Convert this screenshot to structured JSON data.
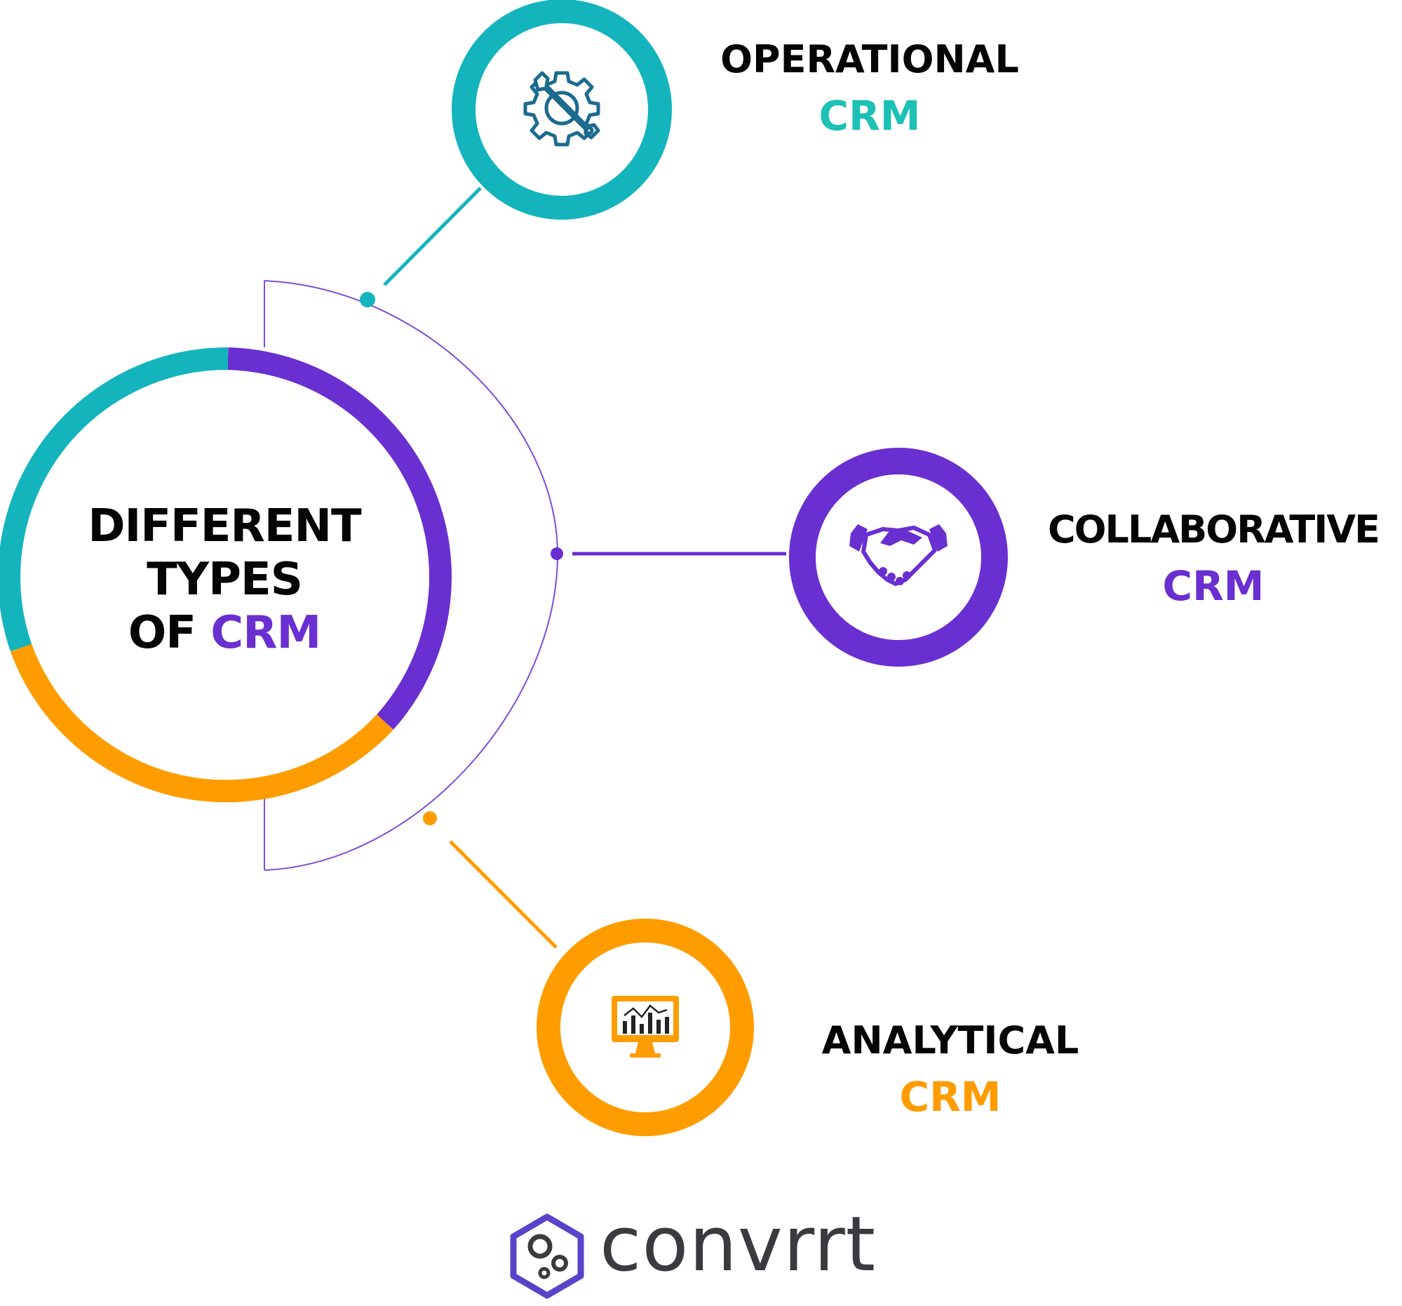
{
  "center": {
    "line1": "DIFFERENT",
    "line2": "TYPES",
    "line3_prefix": "OF",
    "line3_accent": "CRM"
  },
  "nodes": [
    {
      "title": "OPERATIONAL",
      "subtitle": "CRM",
      "icon": "gear-wrench-icon",
      "color": "#14b4bd"
    },
    {
      "title": "COLLABORATIVE",
      "subtitle": "CRM",
      "icon": "handshake-icon",
      "color": "#6a2fd0"
    },
    {
      "title": "ANALYTICAL",
      "subtitle": "CRM",
      "icon": "monitor-chart-icon",
      "color": "#ff9c00"
    }
  ],
  "brand": {
    "name": "convrrt",
    "icon": "hexagon-logo-icon"
  },
  "colors": {
    "teal": "#14b4bd",
    "purple": "#6a2fd0",
    "orange": "#ff9c00",
    "ink": "#050505"
  }
}
